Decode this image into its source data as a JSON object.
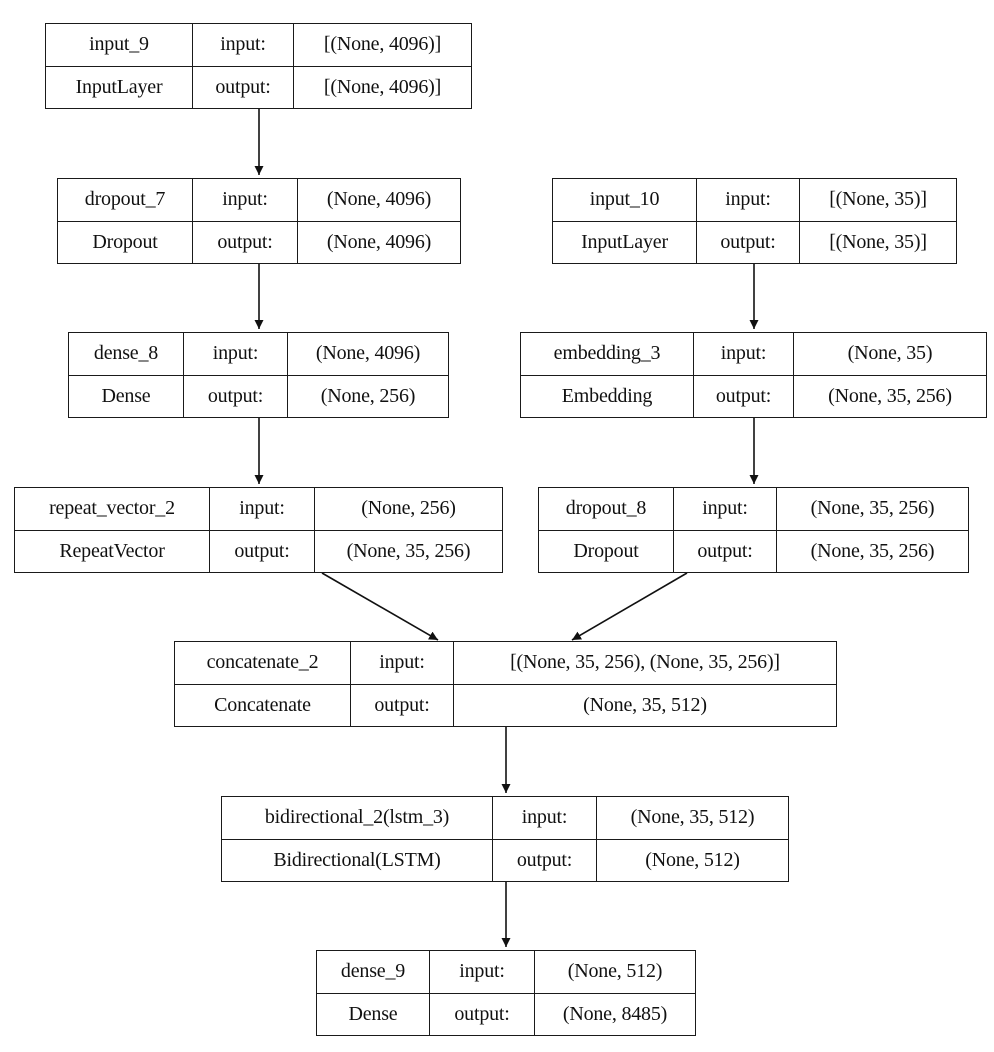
{
  "nodes": [
    {
      "id": "n0",
      "name": "input_9",
      "type": "InputLayer",
      "in_label": "input:",
      "out_label": "output:",
      "input": "[(None, 4096)]",
      "output": "[(None, 4096)]"
    },
    {
      "id": "n1",
      "name": "dropout_7",
      "type": "Dropout",
      "in_label": "input:",
      "out_label": "output:",
      "input": "(None, 4096)",
      "output": "(None, 4096)"
    },
    {
      "id": "n2",
      "name": "input_10",
      "type": "InputLayer",
      "in_label": "input:",
      "out_label": "output:",
      "input": "[(None, 35)]",
      "output": "[(None, 35)]"
    },
    {
      "id": "n3",
      "name": "dense_8",
      "type": "Dense",
      "in_label": "input:",
      "out_label": "output:",
      "input": "(None, 4096)",
      "output": "(None, 256)"
    },
    {
      "id": "n4",
      "name": "embedding_3",
      "type": "Embedding",
      "in_label": "input:",
      "out_label": "output:",
      "input": "(None, 35)",
      "output": "(None, 35, 256)"
    },
    {
      "id": "n5",
      "name": "repeat_vector_2",
      "type": "RepeatVector",
      "in_label": "input:",
      "out_label": "output:",
      "input": "(None, 256)",
      "output": "(None, 35, 256)"
    },
    {
      "id": "n6",
      "name": "dropout_8",
      "type": "Dropout",
      "in_label": "input:",
      "out_label": "output:",
      "input": "(None, 35, 256)",
      "output": "(None, 35, 256)"
    },
    {
      "id": "n7",
      "name": "concatenate_2",
      "type": "Concatenate",
      "in_label": "input:",
      "out_label": "output:",
      "input": "[(None, 35, 256), (None, 35, 256)]",
      "output": "(None, 35, 512)"
    },
    {
      "id": "n8",
      "name": "bidirectional_2(lstm_3)",
      "type": "Bidirectional(LSTM)",
      "in_label": "input:",
      "out_label": "output:",
      "input": "(None, 35, 512)",
      "output": "(None, 512)"
    },
    {
      "id": "n9",
      "name": "dense_9",
      "type": "Dense",
      "in_label": "input:",
      "out_label": "output:",
      "input": "(None, 512)",
      "output": "(None, 8485)"
    }
  ],
  "edges": [
    {
      "from": "input_9",
      "to": "dropout_7"
    },
    {
      "from": "dropout_7",
      "to": "dense_8"
    },
    {
      "from": "dense_8",
      "to": "repeat_vector_2"
    },
    {
      "from": "input_10",
      "to": "embedding_3"
    },
    {
      "from": "embedding_3",
      "to": "dropout_8"
    },
    {
      "from": "repeat_vector_2",
      "to": "concatenate_2"
    },
    {
      "from": "dropout_8",
      "to": "concatenate_2"
    },
    {
      "from": "concatenate_2",
      "to": "bidirectional_2(lstm_3)"
    },
    {
      "from": "bidirectional_2(lstm_3)",
      "to": "dense_9"
    }
  ]
}
